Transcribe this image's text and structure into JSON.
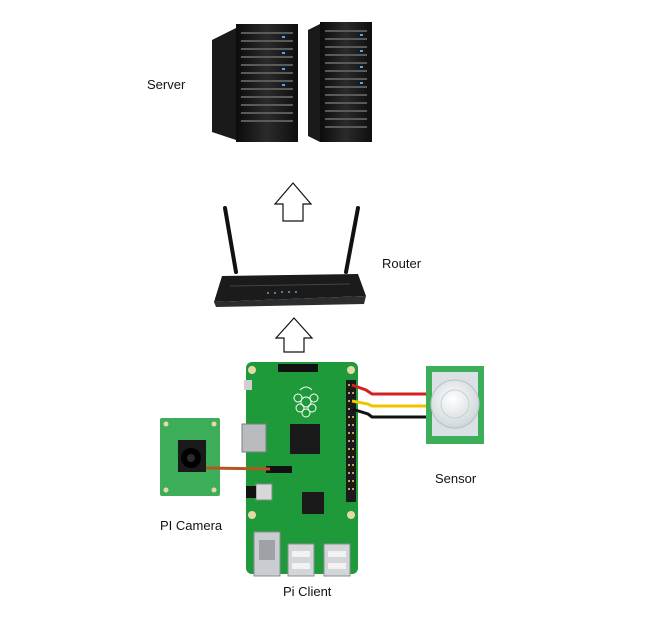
{
  "labels": {
    "server": "Server",
    "router": "Router",
    "sensor": "Sensor",
    "pi_camera": "PI Camera",
    "pi_client": "Pi Client"
  },
  "colors": {
    "board_green": "#1f9a3a",
    "camera_green": "#3cae5a",
    "device_dark": "#151515",
    "wire_red": "#d42020",
    "wire_yellow": "#f2c400",
    "wire_black": "#111111",
    "ribbon": "#b5561f"
  }
}
